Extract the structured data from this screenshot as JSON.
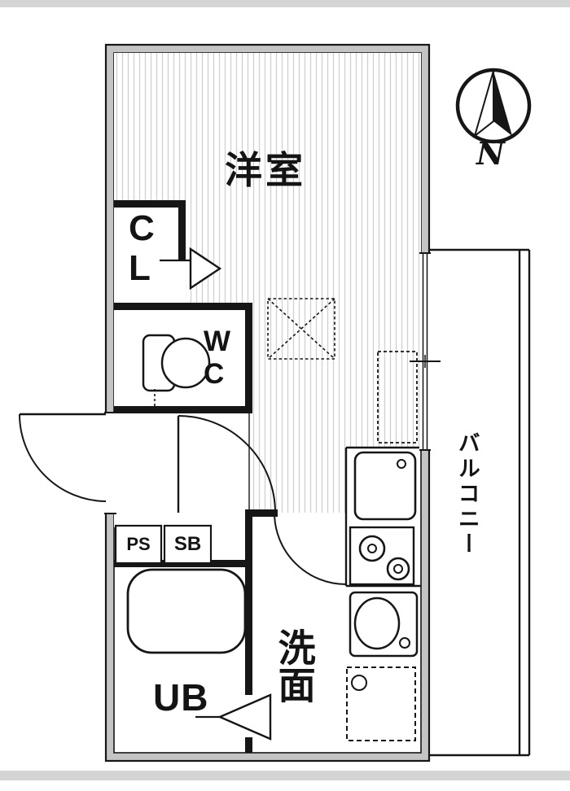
{
  "title": "apartment-floor-plan",
  "colors": {
    "wall_fill": "#c4c4c4",
    "line": "#161616",
    "hatch_line": "#d0d0d0",
    "page_frame": "#d4d4d4"
  },
  "labels": {
    "main_room": "洋室",
    "closet": "CL",
    "toilet": "WC",
    "pipe_space": "PS",
    "shoe_box": "SB",
    "unit_bath": "UB",
    "washroom": "洗面",
    "balcony": "バルコニー"
  },
  "compass": {
    "north": "N"
  }
}
